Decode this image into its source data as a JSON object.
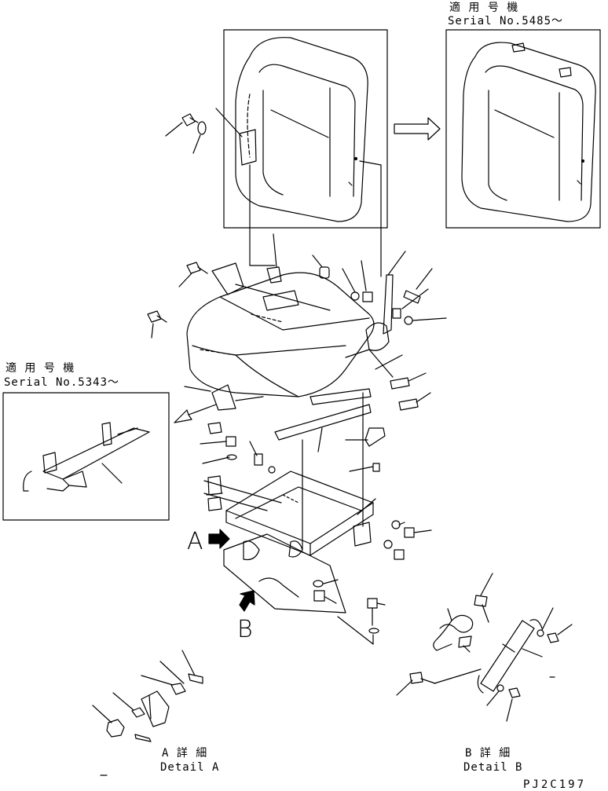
{
  "variant_top": {
    "applicable_label": "適 用 号 機",
    "serial_label": "Serial No.5485～"
  },
  "variant_left": {
    "applicable_label": "適 用 号 機",
    "serial_label": "Serial No.5343～"
  },
  "view_markers": {
    "a": "A",
    "b": "B"
  },
  "detail_a": {
    "title_jp": "A 詳 細",
    "title_en": "Detail A"
  },
  "detail_b": {
    "title_jp": "B 詳 細",
    "title_en": "Detail B"
  },
  "drawing_code": "PJ2C197"
}
